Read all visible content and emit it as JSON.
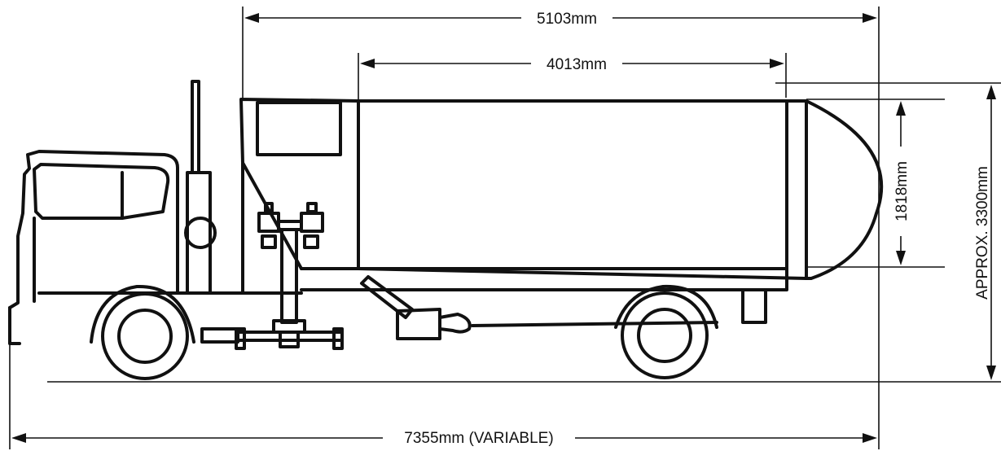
{
  "dimensions": {
    "overall_length": "7355mm (VARIABLE)",
    "body_length": "5103mm",
    "tank_length": "4013mm",
    "tank_height": "1818mm",
    "overall_height": "APPROX. 3300mm"
  },
  "colors": {
    "line": "#111111",
    "background": "#ffffff"
  }
}
